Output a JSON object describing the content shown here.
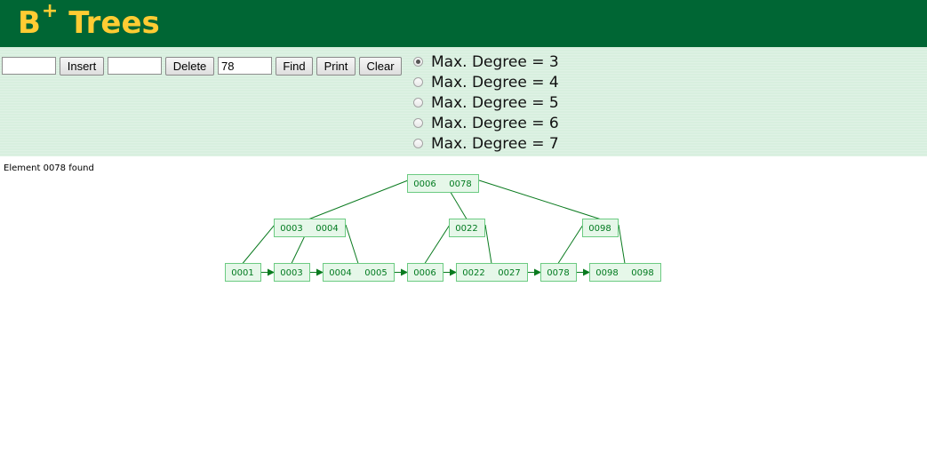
{
  "header": {
    "title": "B",
    "title_sup": "+",
    "title_rest": " Trees"
  },
  "controls": {
    "insert_value": "",
    "insert_label": "Insert",
    "delete_value": "",
    "delete_label": "Delete",
    "find_value": "78",
    "find_label": "Find",
    "print_label": "Print",
    "clear_label": "Clear"
  },
  "degree_options": [
    {
      "label": "Max. Degree = 3",
      "checked": true
    },
    {
      "label": "Max. Degree = 4",
      "checked": false
    },
    {
      "label": "Max. Degree = 5",
      "checked": false
    },
    {
      "label": "Max. Degree = 6",
      "checked": false
    },
    {
      "label": "Max. Degree = 7",
      "checked": false
    }
  ],
  "status_message": "Element 0078 found",
  "tree": {
    "levels": [
      [
        [
          "0006",
          "0078"
        ]
      ],
      [
        [
          "0003",
          "0004"
        ],
        [
          "0022"
        ],
        [
          "0098"
        ]
      ],
      [
        [
          "0001"
        ],
        [
          "0003"
        ],
        [
          "0004",
          "0005"
        ],
        [
          "0006"
        ],
        [
          "0022",
          "0027"
        ],
        [
          "0078"
        ],
        [
          "0098",
          "0098"
        ]
      ]
    ],
    "colors": {
      "node_fill": "#e6f7e9",
      "node_stroke": "#6ccb82",
      "text": "#007a1f",
      "edge": "#0a7a1f",
      "header_bg": "#006634",
      "header_text": "#ffcc33",
      "controls_bg": "#d8efdf"
    }
  }
}
